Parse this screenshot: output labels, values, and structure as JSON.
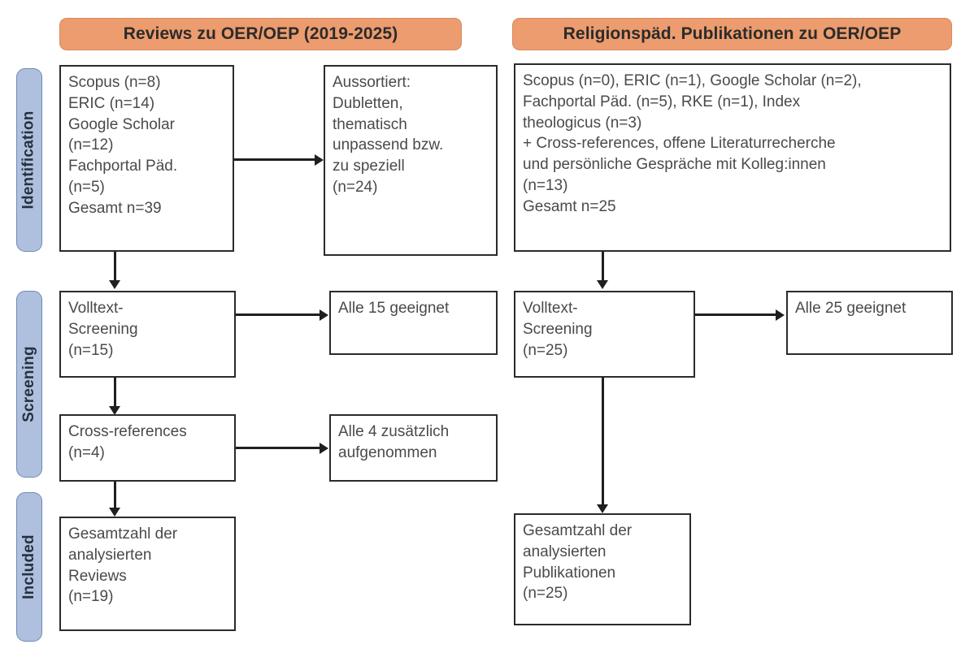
{
  "diagram": {
    "type": "prisma-flow",
    "columns": [
      {
        "id": "left",
        "header": "Reviews zu OER/OEP (2019-2025)"
      },
      {
        "id": "right",
        "header": "Religionspäd. Publikationen zu OER/OEP"
      }
    ],
    "stages": [
      {
        "id": "identification",
        "label": "Identification"
      },
      {
        "id": "screening",
        "label": "Screening"
      },
      {
        "id": "included",
        "label": "Included"
      }
    ],
    "colors": {
      "header_fill": "#EC9C6E",
      "header_border": "#D98A5C",
      "stage_fill": "#AEC0DE",
      "stage_border": "#7089B5",
      "box_border": "#2b2b2b",
      "box_fill": "#ffffff",
      "text": "#4a4a4a",
      "connector": "#1f1f1f"
    },
    "boxes": {
      "left_identification": {
        "lines": [
          "Scopus (n=8)",
          "ERIC (n=14)",
          "Google Scholar",
          "(n=12)",
          "Fachportal Päd.",
          "(n=5)",
          "Gesamt n=39"
        ]
      },
      "left_excluded": {
        "lines": [
          "Aussortiert:",
          "Dubletten,",
          "thematisch",
          "unpassend bzw.",
          "zu speziell",
          "(n=24)"
        ]
      },
      "left_fulltext": {
        "lines": [
          "Volltext-",
          "Screening",
          "(n=15)"
        ]
      },
      "left_eligible": {
        "lines": [
          "Alle 15 geeignet"
        ]
      },
      "left_crossrefs": {
        "lines": [
          "Cross-references",
          "(n=4)"
        ]
      },
      "left_crossrefs_added": {
        "lines": [
          "Alle 4 zusätzlich",
          "aufgenommen"
        ]
      },
      "left_included": {
        "lines": [
          "Gesamtzahl der",
          "analysierten",
          "Reviews",
          "(n=19)"
        ]
      },
      "right_identification": {
        "lines": [
          "Scopus (n=0), ERIC (n=1), Google Scholar (n=2),",
          "Fachportal Päd. (n=5), RKE (n=1), Index",
          "theologicus (n=3)",
          "+ Cross-references, offene Literaturrecherche",
          "und persönliche Gespräche mit Kolleg:innen",
          "(n=13)",
          "Gesamt n=25"
        ]
      },
      "right_fulltext": {
        "lines": [
          "Volltext-",
          "Screening",
          "(n=25)"
        ]
      },
      "right_eligible": {
        "lines": [
          "Alle 25 geeignet"
        ]
      },
      "right_included": {
        "lines": [
          "Gesamtzahl der",
          "analysierten",
          "Publikationen",
          "(n=25)"
        ]
      }
    }
  }
}
